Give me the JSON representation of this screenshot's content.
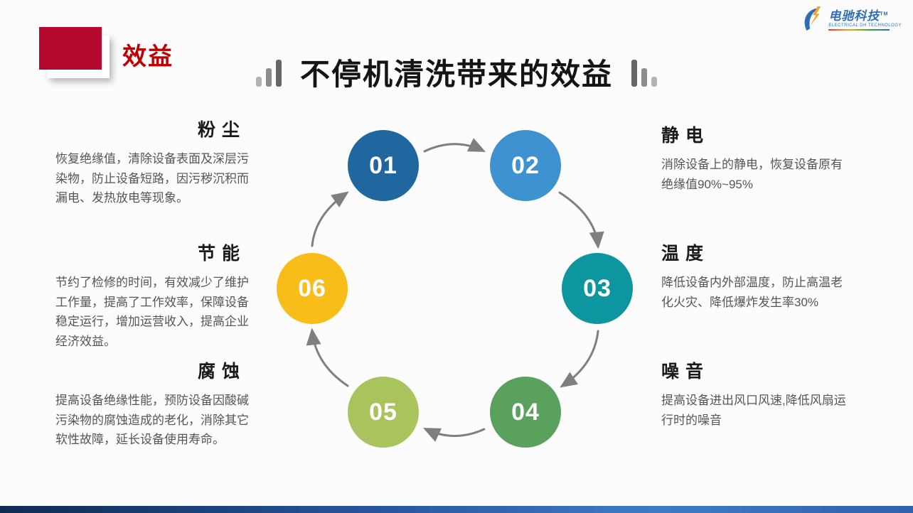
{
  "slide": {
    "section_label": "效益",
    "title": "不停机清洗带来的效益"
  },
  "logo": {
    "name": "电驰科技",
    "tm": "TM",
    "caption": "ELECTRICAL DH TECHNOLOGY",
    "brand_color": "#2f6db5"
  },
  "theme": {
    "accent_red": "#b50a2e",
    "title_color": "#141414",
    "body_text_color": "#555555",
    "arrow_color": "#7f7f7f",
    "bottom_bar_colors": [
      "#0f2b53",
      "#27549b",
      "#3e7cc7"
    ]
  },
  "diagram": {
    "direction": "clockwise",
    "steps": [
      {
        "number": "01",
        "color": "#20679f"
      },
      {
        "number": "02",
        "color": "#3e92d0"
      },
      {
        "number": "03",
        "color": "#0d96a0"
      },
      {
        "number": "04",
        "color": "#5aa15e"
      },
      {
        "number": "05",
        "color": "#a9c45c"
      },
      {
        "number": "06",
        "color": "#f8bd18"
      }
    ]
  },
  "benefits": {
    "left": [
      {
        "title": "粉尘",
        "body": "恢复绝缘值，清除设备表面及深层污染物，防止设备短路，因污秽沉积而漏电、发热放电等现象。"
      },
      {
        "title": "节能",
        "body": "节约了检修的时间，有效减少了维护工作量，提高了工作效率，保障设备稳定运行，增加运营收入，提高企业经济效益。"
      },
      {
        "title": "腐蚀",
        "body": "提高设备绝缘性能，预防设备因酸碱污染物的腐蚀造成的老化，消除其它软性故障，延长设备使用寿命。"
      }
    ],
    "right": [
      {
        "title": "静电",
        "body": "消除设备上的静电，恢复设备原有绝缘值90%~95%"
      },
      {
        "title": "温度",
        "body": "降低设备内外部温度，防止高温老化火灾、降低爆炸发生率30%"
      },
      {
        "title": "噪音",
        "body": "提高设备进出风口风速,降低风扇运行时的噪音"
      }
    ]
  }
}
